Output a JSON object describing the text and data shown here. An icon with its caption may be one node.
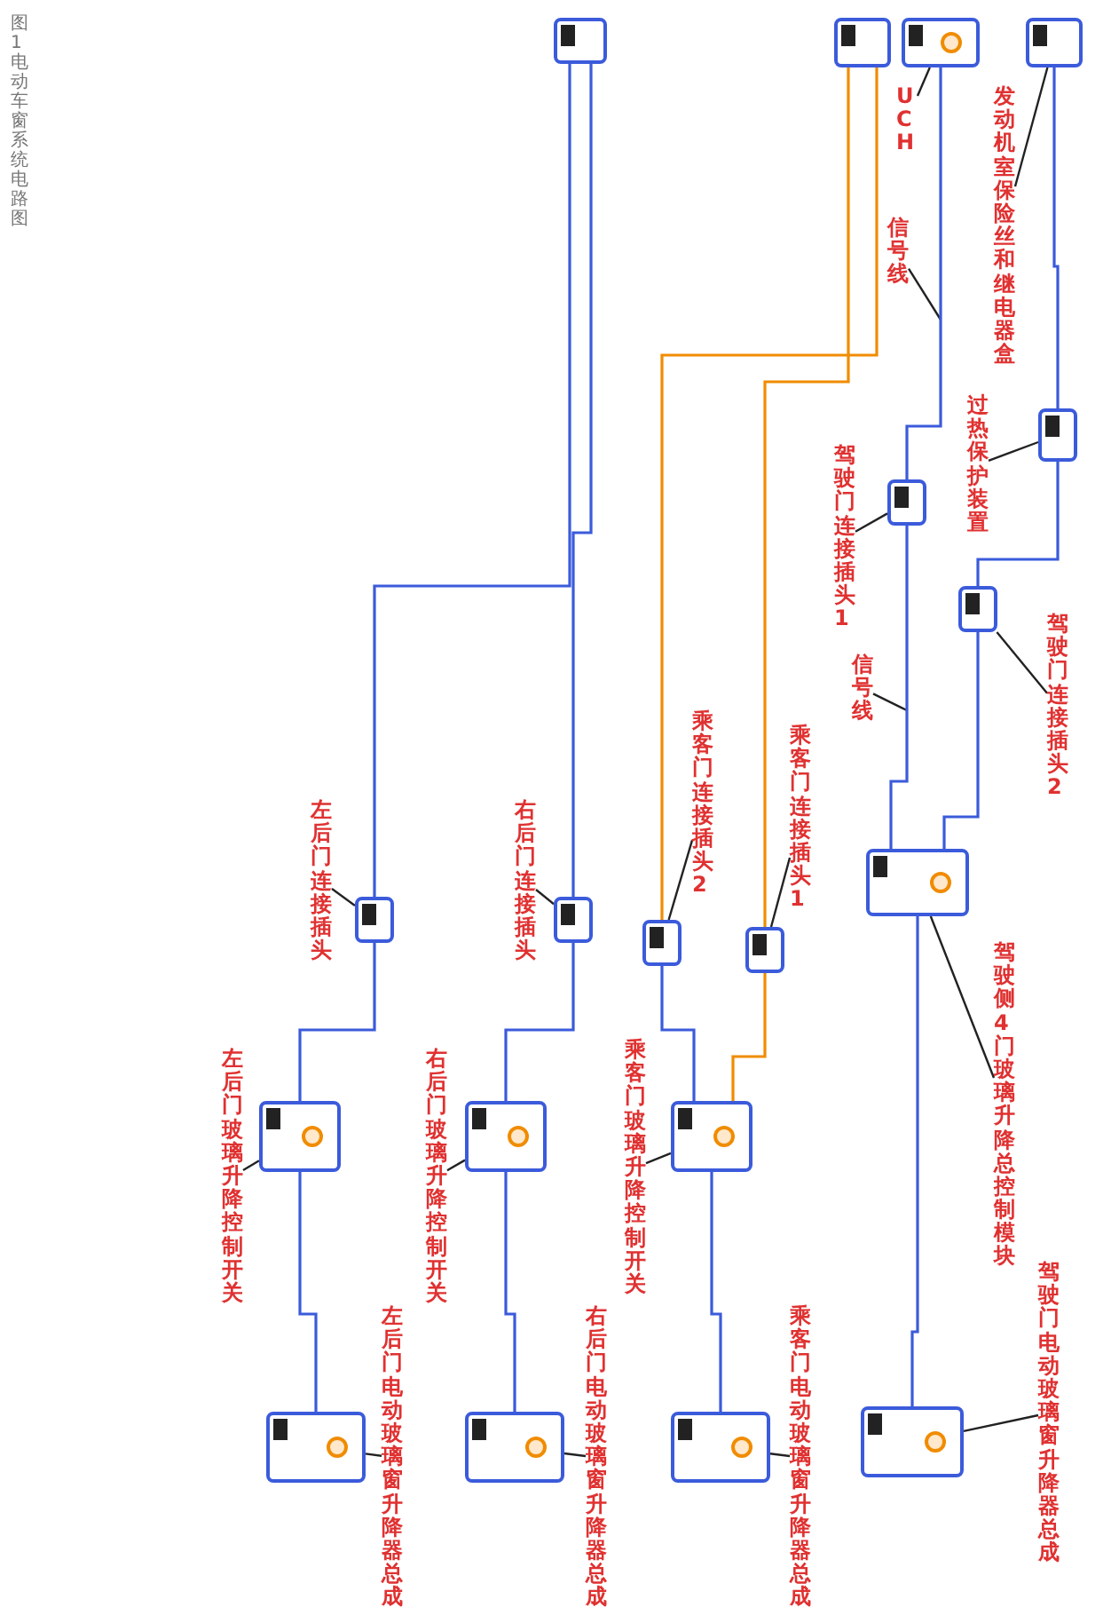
{
  "diagram": {
    "caption": "图1 电动车窗系统电路图",
    "nodes": [
      {
        "text": [
          "发动机室保险丝和继电器盒"
        ]
      },
      {
        "text": [],
        "shape": "box"
      },
      {
        "text": [
          "UCH"
        ]
      },
      {
        "text": [],
        "shape": "box"
      },
      {
        "text": [],
        "shape": "box"
      },
      {
        "text": [
          "信号线"
        ]
      },
      {
        "text": [
          "过热保护装置"
        ]
      },
      {
        "text": [],
        "shape": "box"
      },
      {
        "text": [
          "驾驶门连接插头2"
        ]
      },
      {
        "text": [],
        "shape": "box"
      },
      {
        "text": [
          "驾驶门连接插头1"
        ]
      },
      {
        "text": [],
        "shape": "box"
      },
      {
        "text": [
          "信号线"
        ]
      },
      {
        "text": [
          "驾驶侧4门玻璃升降总控制模块"
        ]
      },
      {
        "text": [],
        "shape": "box"
      },
      {
        "text": [
          "驾驶门电动玻璃窗升降器总成"
        ]
      },
      {
        "text": [],
        "shape": "box"
      },
      {
        "text": [
          "乘客门连接插头1"
        ]
      },
      {
        "text": [],
        "shape": "box"
      },
      {
        "text": [
          "乘客门连接插头2"
        ]
      },
      {
        "text": [],
        "shape": "box"
      },
      {
        "text": [
          "乘客门玻璃升降控制开关"
        ]
      },
      {
        "text": [],
        "shape": "box"
      },
      {
        "text": [
          "乘客门电动玻璃窗升降器总成"
        ]
      },
      {
        "text": [],
        "shape": "box"
      },
      {
        "text": [
          "右后门连接插头"
        ]
      },
      {
        "text": [],
        "shape": "box"
      },
      {
        "text": [
          "右后门玻璃升降控制开关"
        ]
      },
      {
        "text": [],
        "shape": "box"
      },
      {
        "text": [
          "右后门电动玻璃窗升降器总成"
        ]
      },
      {
        "text": [],
        "shape": "box"
      },
      {
        "text": [
          "左后门连接插头"
        ]
      },
      {
        "text": [],
        "shape": "box"
      },
      {
        "text": [
          "左后门玻璃升降控制开关"
        ]
      },
      {
        "text": [],
        "shape": "box"
      },
      {
        "text": [
          "左后门电动玻璃窗升降器总成"
        ]
      },
      {
        "text": [],
        "shape": "box"
      },
      {
        "text": [],
        "shape": "box"
      }
    ],
    "edges": [
      {
        "from": 0,
        "to": 1,
        "arrow": "none"
      },
      {
        "from": 2,
        "to": 3,
        "arrow": "none"
      },
      {
        "from": 5,
        "to": null,
        "arrow": "none"
      },
      {
        "from": 6,
        "to": 7,
        "arrow": "none"
      },
      {
        "from": 8,
        "to": 9,
        "arrow": "none"
      },
      {
        "from": 10,
        "to": 11,
        "arrow": "none"
      },
      {
        "from": 12,
        "to": null,
        "arrow": "none"
      },
      {
        "from": 13,
        "to": 14,
        "arrow": "none"
      },
      {
        "from": 15,
        "to": 16,
        "arrow": "none"
      },
      {
        "from": 17,
        "to": 18,
        "arrow": "none"
      },
      {
        "from": 19,
        "to": 20,
        "arrow": "none"
      },
      {
        "from": 21,
        "to": 22,
        "arrow": "none"
      },
      {
        "from": 23,
        "to": 24,
        "arrow": "none"
      },
      {
        "from": 25,
        "to": 26,
        "arrow": "none"
      },
      {
        "from": 27,
        "to": 28,
        "arrow": "none"
      },
      {
        "from": 29,
        "to": 30,
        "arrow": "none"
      },
      {
        "from": 31,
        "to": 32,
        "arrow": "none"
      },
      {
        "from": 33,
        "to": 34,
        "arrow": "none"
      },
      {
        "from": 35,
        "to": 36,
        "arrow": "none"
      },
      {
        "from": 1,
        "to": 7,
        "arrow": "none",
        "color": "#3b5bdb"
      },
      {
        "from": 7,
        "to": 9,
        "arrow": "none",
        "color": "#3b5bdb"
      },
      {
        "from": 3,
        "to": 11,
        "arrow": "none",
        "color": "#3b5bdb"
      },
      {
        "from": 9,
        "to": 14,
        "arrow": "none",
        "color": "#3b5bdb"
      },
      {
        "from": 11,
        "to": 14,
        "arrow": "none",
        "color": "#3b5bdb"
      },
      {
        "from": 14,
        "to": 16,
        "arrow": "none",
        "color": "#3b5bdb"
      },
      {
        "from": 4,
        "to": 18,
        "arrow": "none",
        "color": "#f08c00"
      },
      {
        "from": 4,
        "to": 20,
        "arrow": "none",
        "color": "#f08c00"
      },
      {
        "from": 37,
        "to": 26,
        "arrow": "none",
        "color": "#3b5bdb"
      },
      {
        "from": 37,
        "to": 32,
        "arrow": "none",
        "color": "#3b5bdb"
      },
      {
        "from": 20,
        "to": 22,
        "arrow": "none",
        "color": "#3b5bdb"
      },
      {
        "from": 18,
        "to": 22,
        "arrow": "none",
        "color": "#f08c00"
      },
      {
        "from": 22,
        "to": 24,
        "arrow": "none",
        "color": "#3b5bdb"
      },
      {
        "from": 26,
        "to": 28,
        "arrow": "none",
        "color": "#3b5bdb"
      },
      {
        "from": 28,
        "to": 30,
        "arrow": "none",
        "color": "#3b5bdb"
      },
      {
        "from": 32,
        "to": 34,
        "arrow": "none",
        "color": "#3b5bdb"
      },
      {
        "from": 34,
        "to": 36,
        "arrow": "none",
        "color": "#3b5bdb"
      }
    ]
  }
}
